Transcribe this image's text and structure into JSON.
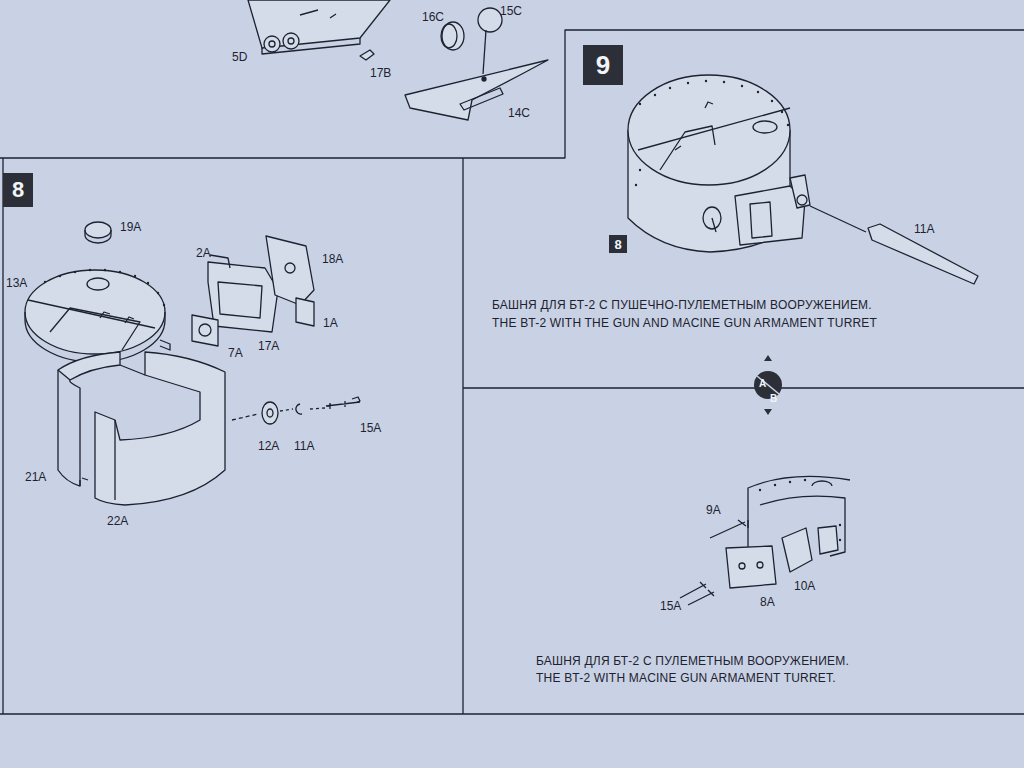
{
  "diagram": {
    "nodes": [
      {
        "text": [
          "8"
        ]
      },
      {
        "text": [
          "9"
        ]
      },
      {
        "text": [
          "8"
        ]
      },
      {
        "text": [
          "A",
          "B"
        ]
      }
    ],
    "labels": [
      "5D",
      "17B",
      "16C",
      "15C",
      "14C",
      "19A",
      "13A",
      "2A",
      "18A",
      "1A",
      "17A",
      "7A",
      "12A",
      "11A",
      "15A",
      "21A",
      "22A",
      "11A",
      "БАШНЯ ДЛЯ БТ-2 С ПУШЕЧНО-ПУЛЕМЕТНЫМ ВООРУЖЕНИЕМ.",
      "THE BT-2 WITH THE GUN AND MACINE GUN ARMAMENT TURRET",
      "9A",
      "10A",
      "8A",
      "15A",
      "БАШНЯ ДЛЯ БТ-2 С ПУЛЕМЕТНЫМ ВООРУЖЕНИЕМ.",
      "THE BT-2 WITH MACINE GUN ARMAMENT TURRET."
    ]
  }
}
